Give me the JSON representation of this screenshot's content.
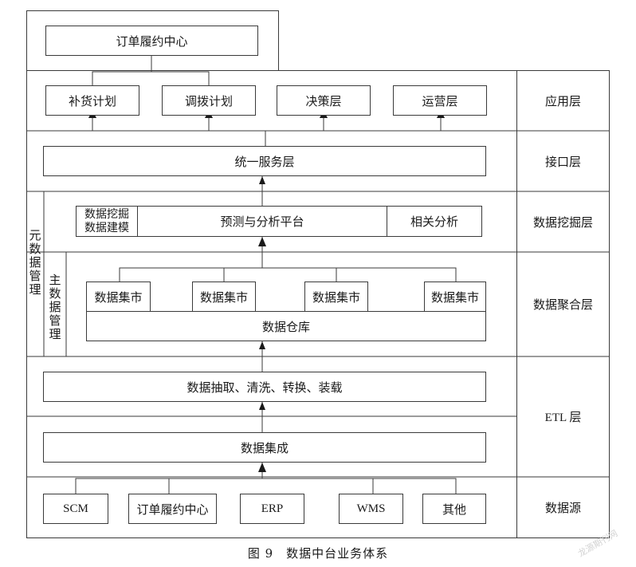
{
  "layers": {
    "application": "应用层",
    "interface": "接口层",
    "mining": "数据挖掘层",
    "aggregation": "数据聚合层",
    "etl": "ETL 层",
    "source": "数据源"
  },
  "top_box": "订单履约中心",
  "apps": [
    "补货计划",
    "调拨计划",
    "决策层",
    "运营层"
  ],
  "service_layer": "统一服务层",
  "mining": {
    "left_line1": "数据挖掘",
    "left_line2": "数据建模",
    "center": "预测与分析平台",
    "right": "相关分析"
  },
  "meta_data_mgmt": [
    "元",
    "数",
    "据",
    "管",
    "理"
  ],
  "master_data_mgmt": [
    "主",
    "数",
    "据",
    "管",
    "理"
  ],
  "data_marts": [
    "数据集市",
    "数据集市",
    "数据集市",
    "数据集市"
  ],
  "warehouse": "数据仓库",
  "etl_box": "数据抽取、清洗、转换、装载",
  "integration": "数据集成",
  "sources": [
    "SCM",
    "订单履约中心",
    "ERP",
    "WMS",
    "其他"
  ],
  "caption": "图 9　数据中台业务体系",
  "watermark": "龙源期刊网"
}
